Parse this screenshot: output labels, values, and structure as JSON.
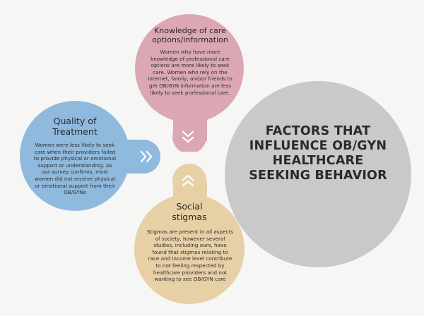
{
  "center": {
    "title_lines": [
      "FACTORS THAT",
      "INFLUENCE OB/GYN",
      "HEALTHCARE",
      "SEEKING BEHAVIOR"
    ]
  },
  "nodes": {
    "knowledge": {
      "title_lines": [
        "Knowledge of care",
        "options/information"
      ],
      "body_lines": [
        "Women who have more",
        "knowledge of professional care",
        "options are more likely to seek",
        "care. Women who rely on the",
        "internet, family, and/or friends to",
        "get OB/GYN information are less",
        "likely to seek professional care."
      ]
    },
    "quality": {
      "title_lines": [
        "Quality of",
        "Treatment"
      ],
      "body_lines": [
        "Women were less likely to seek",
        "care when their providers failed",
        "to provide physical or emotional",
        "support or understanding. As",
        "our survey confirms, most",
        "women did not receive physical",
        "or emotional support from their",
        "OB/GYNs"
      ]
    },
    "social": {
      "title_lines": [
        "Social",
        "stigmas"
      ],
      "body_lines": [
        "Stigmas are present in all aspects",
        "of society, however several",
        "studies, including ours, have",
        "found that stigmas relating to",
        "race and income level contribute",
        "to not feeling respected by",
        "healthcare providers and not",
        "wanting to see OB/GYN care"
      ]
    }
  },
  "colors": {
    "background": "#f6f6f4",
    "center_circle": "#c9c9c9",
    "knowledge": "#dba7b4",
    "quality": "#8fb9dd",
    "social": "#e7cfa6",
    "chevron": "#ffffff"
  },
  "icons": {
    "knowledge_connector": "double-chevron-down-icon",
    "quality_connector": "double-chevron-right-icon",
    "social_connector": "double-chevron-up-icon"
  }
}
